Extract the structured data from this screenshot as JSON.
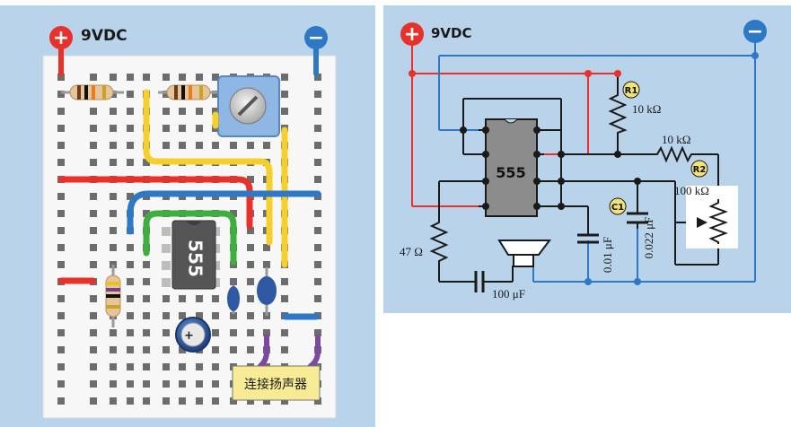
{
  "left_panel": {
    "supply_label": "9VDC",
    "plus_symbol": "+",
    "minus_symbol": "−",
    "chip_label": "555",
    "speaker_note": "连接扬声器",
    "cap_polarity": "+"
  },
  "right_panel": {
    "supply_label": "9VDC",
    "plus_symbol": "+",
    "minus_symbol": "−",
    "chip_label": "555",
    "r1_badge": "R1",
    "r1_value": "10 kΩ",
    "r2_badge": "R2",
    "r2_fixed_value": "10 kΩ",
    "r2_pot_value": "100 kΩ",
    "c1_badge": "C1",
    "c1_value": "0.022 μF",
    "cap_small_value": "0.01 μF",
    "r_47_value": "47 Ω",
    "cap_100_value": "100 μF"
  },
  "colors": {
    "panel_bg": "#b8d3ea",
    "wire_red": "#e8312a",
    "wire_blue": "#2e78c6",
    "wire_yellow": "#f5d02c",
    "wire_green": "#3fae3f",
    "wire_purple": "#7b4aa0",
    "badge_yellow": "#f3e27a",
    "chip_gray": "#8c8c8c"
  }
}
